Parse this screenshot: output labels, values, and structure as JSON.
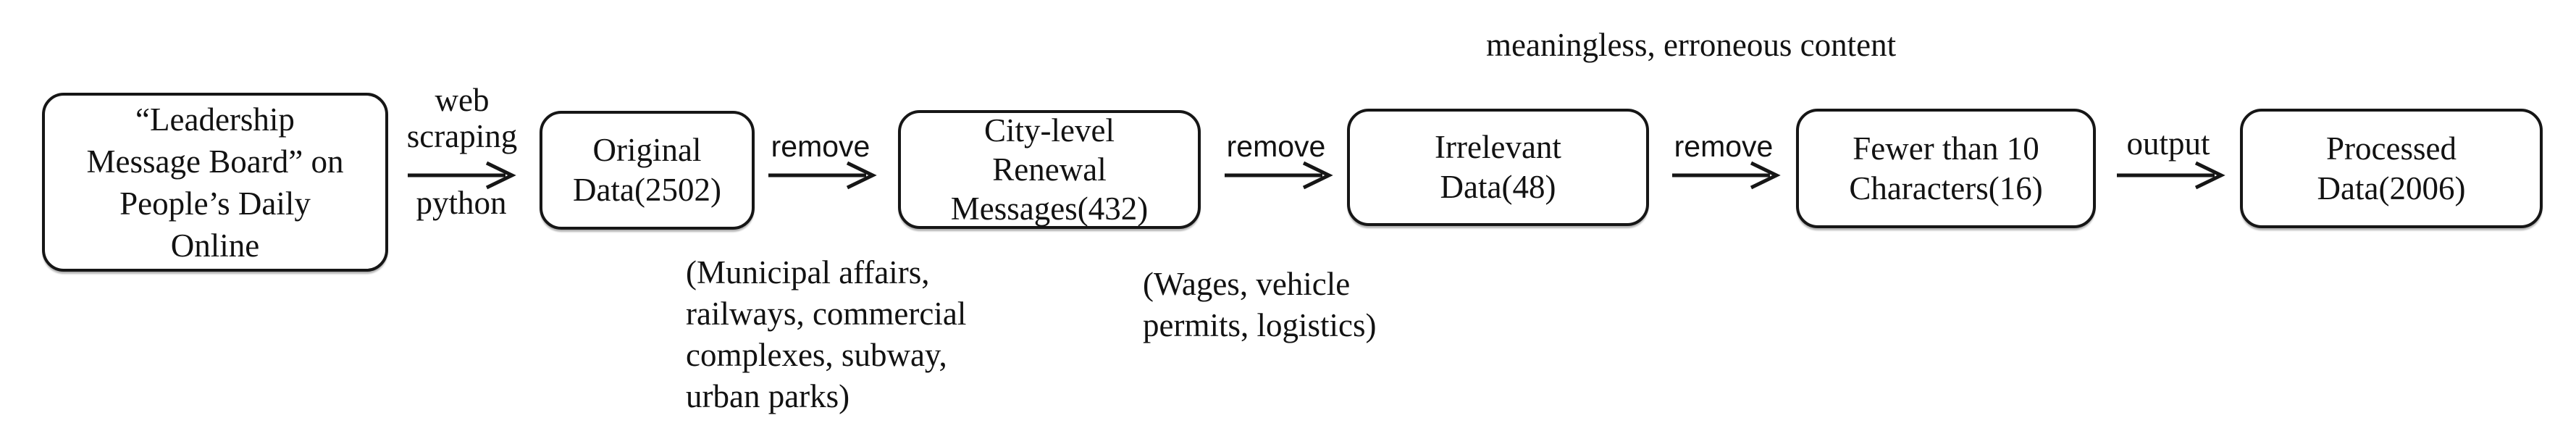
{
  "diagram": {
    "top_annotation": "meaningless, erroneous content",
    "boxes": [
      {
        "id": "leadership-message-board",
        "label": "“Leadership\nMessage Board” on\nPeople’s Daily\nOnline"
      },
      {
        "id": "original-data",
        "label": "Original\nData(2502)"
      },
      {
        "id": "city-level-renewal-messages",
        "label": "City-level\nRenewal\nMessages(432)"
      },
      {
        "id": "irrelevant-data",
        "label": "Irrelevant\nData(48)"
      },
      {
        "id": "fewer-than-10-characters",
        "label": "Fewer than 10\nCharacters(16)"
      },
      {
        "id": "processed-data",
        "label": "Processed\nData(2006)"
      }
    ],
    "arrow_labels": {
      "web": "web",
      "scraping": "scraping",
      "python": "python",
      "remove_1": "remove",
      "remove_2": "remove",
      "remove_3": "remove",
      "output": "output"
    },
    "side_notes": {
      "municipal": "(Municipal affairs,\nrailways, commercial\ncomplexes, subway,\nurban parks)",
      "wages": "(Wages, vehicle\npermits, logistics)"
    },
    "colors": {
      "ink": "#161616",
      "background": "#ffffff"
    }
  }
}
